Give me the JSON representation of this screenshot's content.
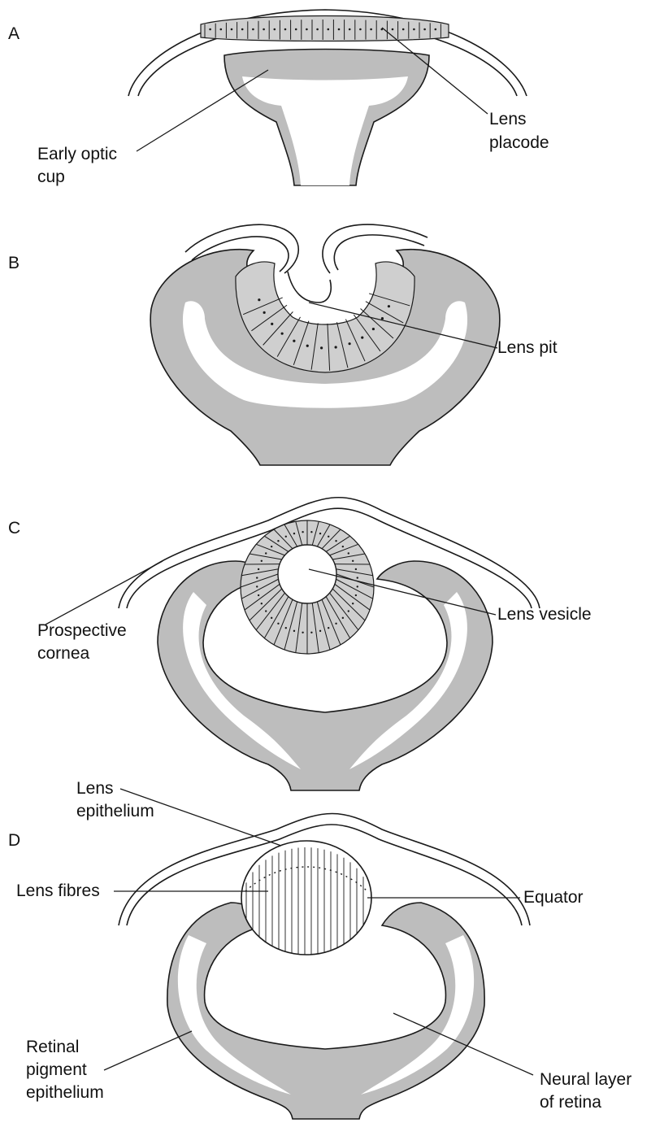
{
  "panels": {
    "a": {
      "letter": "A",
      "labels": {
        "lens_placode_1": "Lens",
        "lens_placode_2": "placode",
        "early_optic_cup_1": "Early optic",
        "early_optic_cup_2": "cup"
      }
    },
    "b": {
      "letter": "B",
      "labels": {
        "lens_pit": "Lens pit"
      }
    },
    "c": {
      "letter": "C",
      "labels": {
        "lens_vesicle": "Lens vesicle",
        "prospective_cornea_1": "Prospective",
        "prospective_cornea_2": "cornea"
      }
    },
    "d": {
      "letter": "D",
      "labels": {
        "lens_epithelium_1": "Lens",
        "lens_epithelium_2": "epithelium",
        "lens_fibres": "Lens fibres",
        "equator": "Equator",
        "retinal_pigment_1": "Retinal",
        "retinal_pigment_2": "pigment",
        "retinal_pigment_3": "epithelium",
        "neural_layer_1": "Neural layer",
        "neural_layer_2": "of retina"
      }
    }
  },
  "colors": {
    "tissue": "#bdbdbd",
    "lens_cells": "#cfcfcf",
    "outline": "#1a1a1a",
    "background": "#ffffff"
  }
}
